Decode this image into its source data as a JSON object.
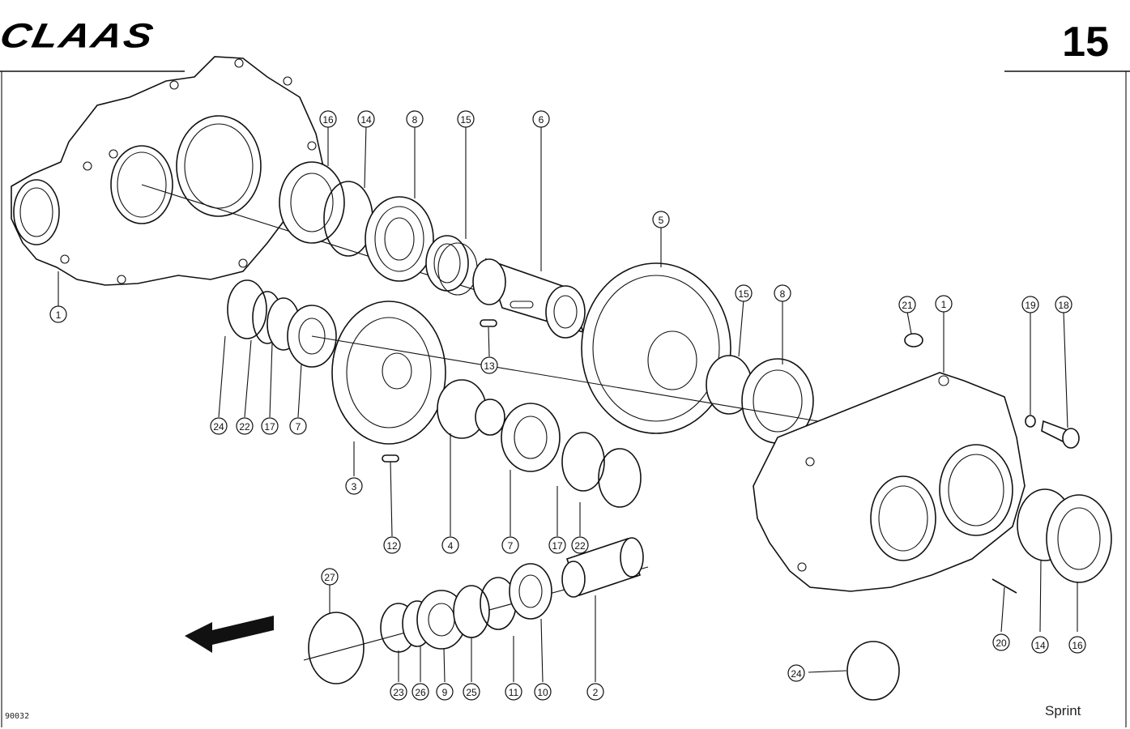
{
  "header": {
    "brand": "CLAAS",
    "page_number": "15"
  },
  "footer": {
    "drawing_id": "90032",
    "model": "Sprint"
  },
  "callouts": [
    {
      "n": "16"
    },
    {
      "n": "14"
    },
    {
      "n": "8"
    },
    {
      "n": "15"
    },
    {
      "n": "6"
    },
    {
      "n": "1"
    },
    {
      "n": "5"
    },
    {
      "n": "15"
    },
    {
      "n": "8"
    },
    {
      "n": "21"
    },
    {
      "n": "1"
    },
    {
      "n": "19"
    },
    {
      "n": "18"
    },
    {
      "n": "13"
    },
    {
      "n": "24"
    },
    {
      "n": "22"
    },
    {
      "n": "17"
    },
    {
      "n": "7"
    },
    {
      "n": "3"
    },
    {
      "n": "12"
    },
    {
      "n": "4"
    },
    {
      "n": "7"
    },
    {
      "n": "17"
    },
    {
      "n": "22"
    },
    {
      "n": "27"
    },
    {
      "n": "23"
    },
    {
      "n": "26"
    },
    {
      "n": "9"
    },
    {
      "n": "25"
    },
    {
      "n": "11"
    },
    {
      "n": "10"
    },
    {
      "n": "2"
    },
    {
      "n": "20"
    },
    {
      "n": "14"
    },
    {
      "n": "16"
    },
    {
      "n": "24"
    }
  ]
}
